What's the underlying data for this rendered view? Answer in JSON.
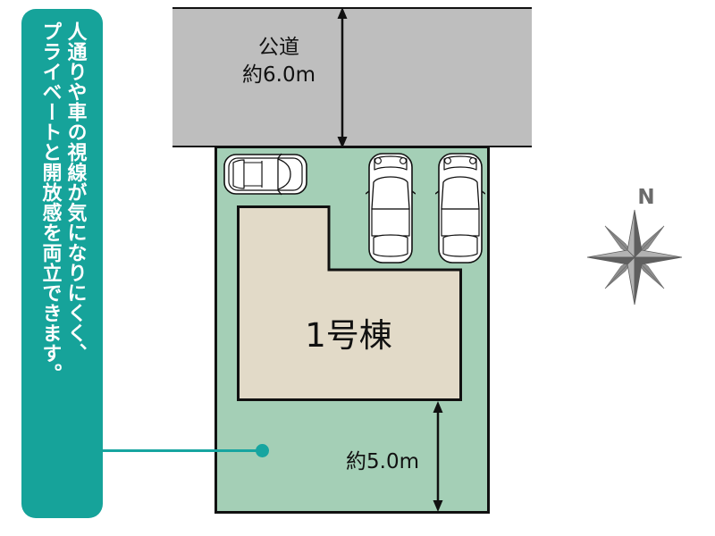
{
  "callout": {
    "columns": [
      "人通りや車の視線が気になりにくく、",
      "プライベートと開放感を両立できます。"
    ],
    "background_color": "#16a39a",
    "text_color": "#ffffff",
    "leader_color": "#17a5a0"
  },
  "road": {
    "name": "公道",
    "width_label": "約6.0m",
    "color": "#bebebe"
  },
  "lot": {
    "color": "#a4cfb6",
    "outline_color": "#111111"
  },
  "building": {
    "label": "1号棟",
    "color": "#e2dac8",
    "outline_color": "#111111"
  },
  "garden": {
    "depth_label": "約5.0m"
  },
  "compass": {
    "north_label": "N",
    "color": "#6b6b6b"
  },
  "cars": [
    {
      "id": "car-driveway-horizontal",
      "orientation": "horizontal"
    },
    {
      "id": "car-parking-left",
      "orientation": "vertical"
    },
    {
      "id": "car-parking-right",
      "orientation": "vertical"
    }
  ]
}
